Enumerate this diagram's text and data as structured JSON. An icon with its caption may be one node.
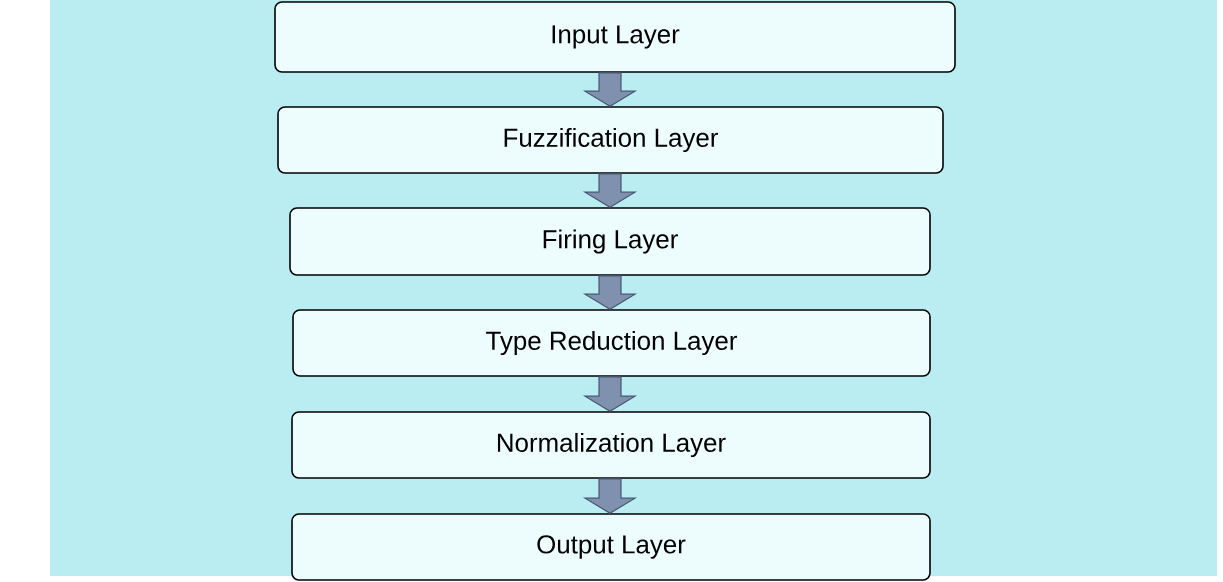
{
  "diagram": {
    "nodes": [
      {
        "text": [
          "Input Layer"
        ]
      },
      {
        "text": [
          "Fuzzification Layer"
        ]
      },
      {
        "text": [
          "Firing Layer"
        ]
      },
      {
        "text": [
          "Type Reduction Layer"
        ]
      },
      {
        "text": [
          "Normalization  Layer"
        ]
      },
      {
        "text": [
          "Output Layer"
        ]
      }
    ],
    "edges": [
      {
        "from": 0,
        "to": 1,
        "arrow": "to"
      },
      {
        "from": 1,
        "to": 2,
        "arrow": "to"
      },
      {
        "from": 2,
        "to": 3,
        "arrow": "to"
      },
      {
        "from": 3,
        "to": 4,
        "arrow": "to"
      },
      {
        "from": 4,
        "to": 5,
        "arrow": "to"
      }
    ]
  }
}
